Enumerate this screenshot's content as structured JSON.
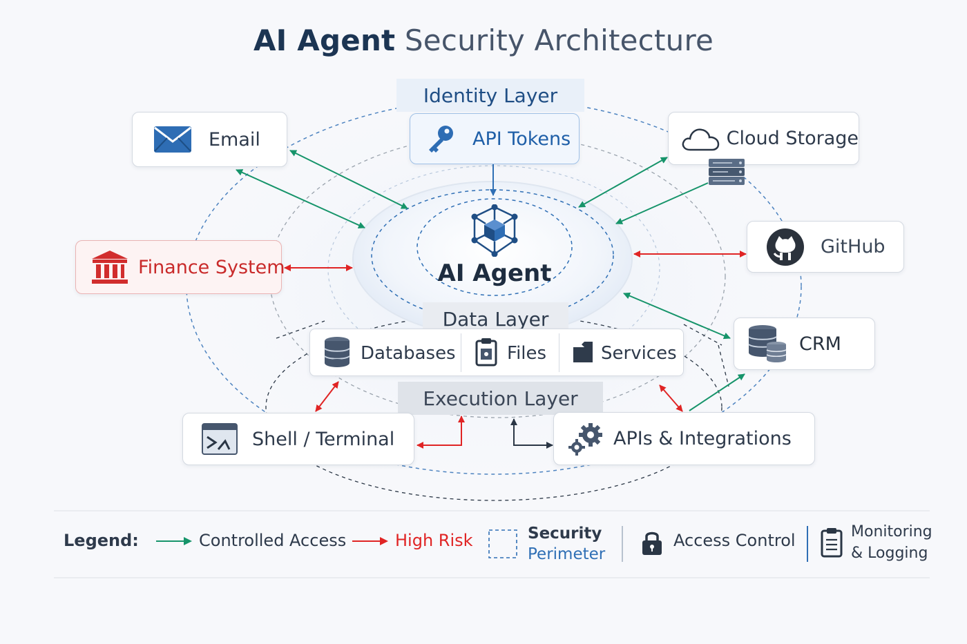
{
  "title": {
    "bold": "AI Agent",
    "light": "Security Architecture"
  },
  "center": {
    "label": "AI Agent"
  },
  "layers": {
    "identity": "Identity Layer",
    "data": "Data Layer",
    "execution": "Execution Layer"
  },
  "nodes": {
    "email": "Email",
    "api_tokens": "API Tokens",
    "cloud_storage": "Cloud Storage",
    "github": "GitHub",
    "finance": "Finance System",
    "crm": "CRM",
    "databases": "Databases",
    "files": "Files",
    "services": "Services",
    "shell": "Shell / Terminal",
    "apis": "APIs & Integrations"
  },
  "legend": {
    "title": "Legend:",
    "controlled": "Controlled Access",
    "high_risk": "High Risk",
    "perimeter_1": "Security",
    "perimeter_2": "Perimeter",
    "access_control": "Access Control",
    "monitoring_1": "Monitoring",
    "monitoring_2": "& Logging"
  },
  "colors": {
    "controlled": "#16946a",
    "high_risk": "#e02424",
    "perimeter": "#2f6fb5",
    "title_dark": "#1c3553",
    "finance_red": "#d12d2d",
    "identity_blue": "#1f4e85"
  }
}
